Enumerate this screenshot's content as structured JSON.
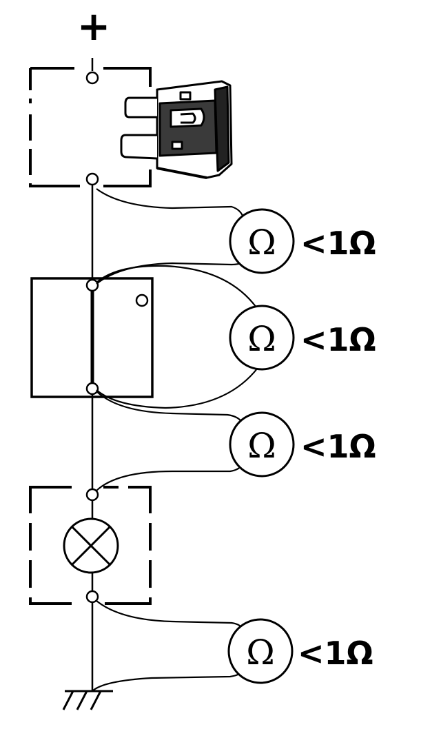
{
  "supply": {
    "label": "+"
  },
  "meters": [
    {
      "symbol": "Ω",
      "reading": "<1Ω"
    },
    {
      "symbol": "Ω",
      "reading": "<1Ω"
    },
    {
      "symbol": "Ω",
      "reading": "<1Ω"
    },
    {
      "symbol": "Ω",
      "reading": "<1Ω"
    }
  ],
  "icons": [
    "fuse-icon",
    "lamp-icon",
    "ground-icon",
    "ohmmeter-icon"
  ],
  "colors": {
    "line": "#000000",
    "background": "#ffffff",
    "fuse_body": "#333333"
  }
}
